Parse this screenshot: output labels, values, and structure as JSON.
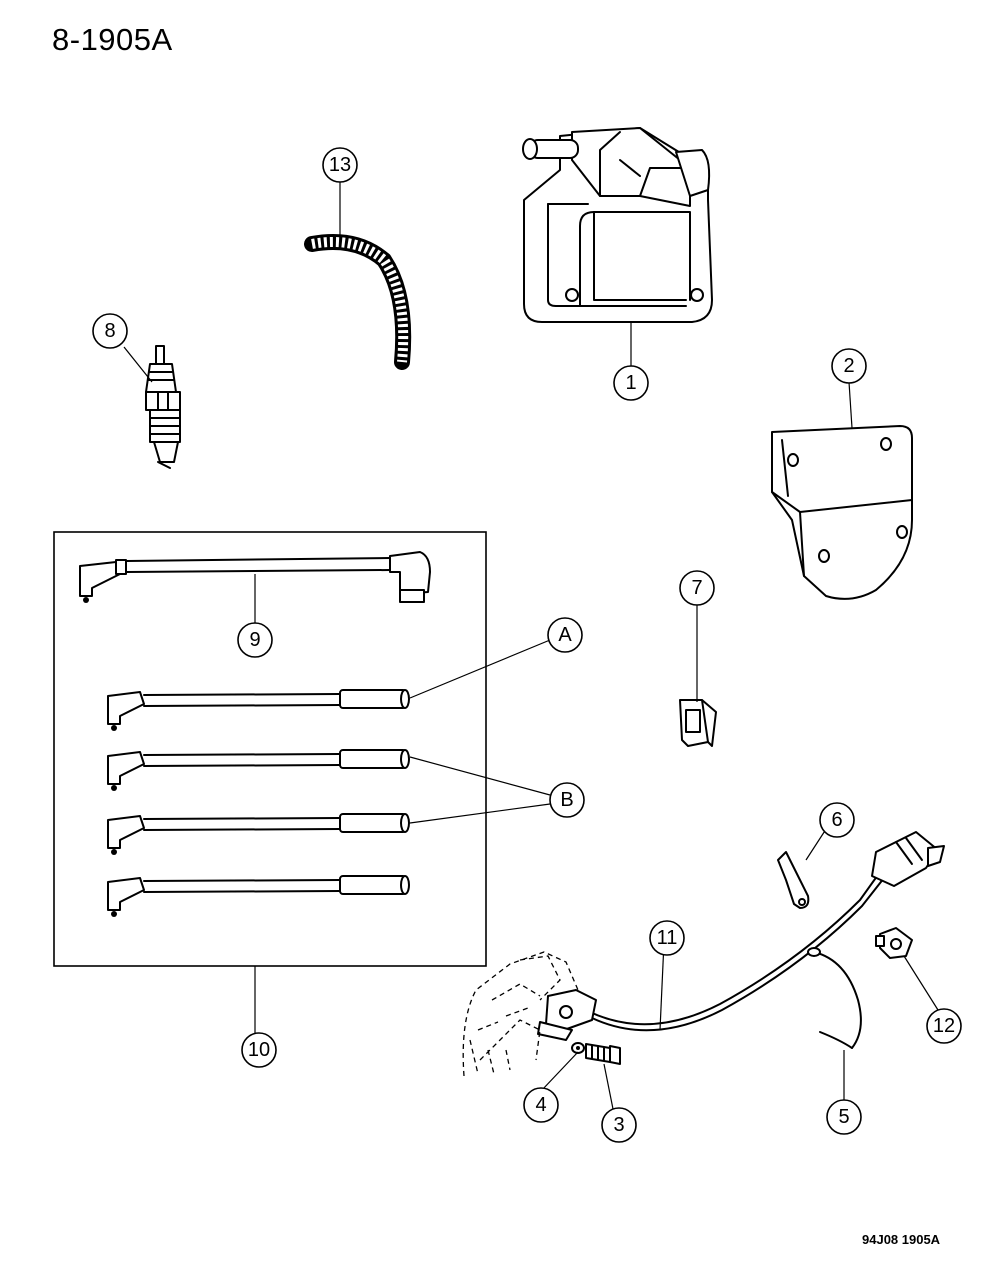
{
  "page": {
    "diagram_id": "8-1905A",
    "footer_code": "94J08 1905A"
  },
  "callouts": {
    "c1": "1",
    "c2": "2",
    "c3": "3",
    "c4": "4",
    "c5": "5",
    "c6": "6",
    "c7": "7",
    "c8": "8",
    "c9": "9",
    "c10": "10",
    "c11": "11",
    "c12": "12",
    "c13": "13",
    "cA": "A",
    "cB": "B"
  }
}
